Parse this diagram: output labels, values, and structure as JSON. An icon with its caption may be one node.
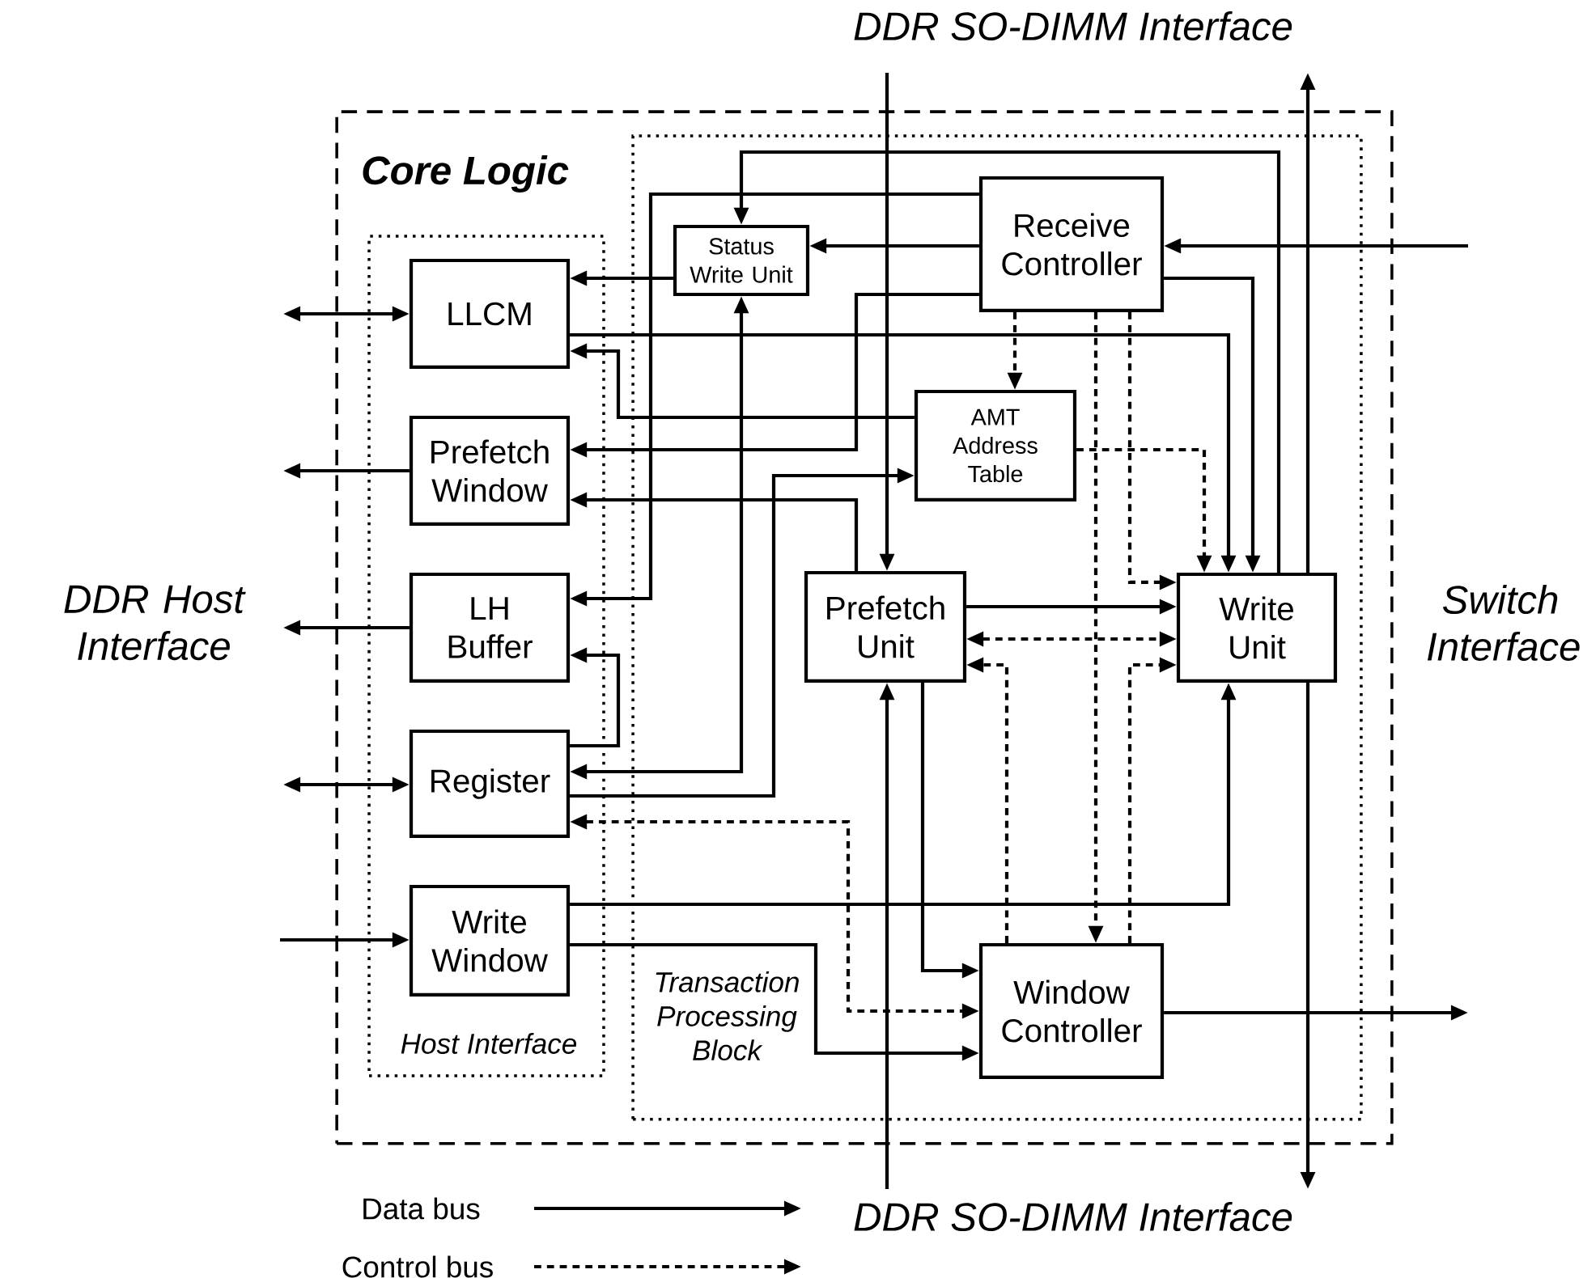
{
  "diagram": {
    "nodes": [
      {
        "text": [
          "Core Logic"
        ]
      },
      {
        "text": [
          "Host Interface"
        ],
        "in": 0
      },
      {
        "text": [
          "Transaction Processing Block"
        ],
        "in": 0
      },
      {
        "text": [
          "LLCM"
        ],
        "in": 1
      },
      {
        "text": [
          "Prefetch Window"
        ],
        "in": 1
      },
      {
        "text": [
          "LH Buffer"
        ],
        "in": 1
      },
      {
        "text": [
          "Register"
        ],
        "in": 1
      },
      {
        "text": [
          "Write Window"
        ],
        "in": 1
      },
      {
        "text": [
          "Status Write Unit"
        ],
        "in": 2
      },
      {
        "text": [
          "Receive Controller"
        ],
        "in": 2
      },
      {
        "text": [
          "AMT Address Table"
        ],
        "in": 2
      },
      {
        "text": [
          "Prefetch Unit"
        ],
        "in": 2
      },
      {
        "text": [
          "Write Unit"
        ],
        "in": 2
      },
      {
        "text": [
          "Window Controller"
        ],
        "in": 2
      }
    ],
    "edges": [
      {
        "from": null,
        "to": 3,
        "arrow": "both"
      },
      {
        "from": 4,
        "to": null,
        "arrow": "to"
      },
      {
        "from": 5,
        "to": null,
        "arrow": "to"
      },
      {
        "from": null,
        "to": 6,
        "arrow": "both"
      },
      {
        "from": null,
        "to": 7,
        "arrow": "to"
      },
      {
        "from": 8,
        "to": 3,
        "arrow": "to"
      },
      {
        "from": 12,
        "to": 8,
        "arrow": "to"
      },
      {
        "from": 9,
        "to": 5,
        "arrow": "to"
      },
      {
        "from": 9,
        "to": 8,
        "arrow": "to"
      },
      {
        "from": 6,
        "to": 8,
        "arrow": "both"
      },
      {
        "from": 3,
        "to": 12,
        "arrow": "to"
      },
      {
        "from": 10,
        "to": 3,
        "arrow": "to"
      },
      {
        "from": 9,
        "to": 4,
        "arrow": "to"
      },
      {
        "from": 6,
        "to": 10,
        "arrow": "to"
      },
      {
        "from": 11,
        "to": 4,
        "arrow": "to"
      },
      {
        "from": null,
        "to": 11,
        "arrow": "to"
      },
      {
        "from": 12,
        "to": null,
        "arrow": "to"
      },
      {
        "from": null,
        "to": 9,
        "arrow": "to"
      },
      {
        "from": 9,
        "to": 12,
        "arrow": "to"
      },
      {
        "from": 9,
        "to": 10,
        "arrow": "to",
        "style": "dashed"
      },
      {
        "from": 9,
        "to": 13,
        "arrow": "to",
        "style": "dashed"
      },
      {
        "from": 9,
        "to": 12,
        "arrow": "to",
        "style": "dashed"
      },
      {
        "from": 10,
        "to": 12,
        "arrow": "to",
        "style": "dashed"
      },
      {
        "from": 11,
        "to": 12,
        "arrow": "to"
      },
      {
        "from": 11,
        "to": 12,
        "arrow": "both",
        "style": "dashed"
      },
      {
        "from": 13,
        "to": 11,
        "arrow": "to",
        "style": "dashed"
      },
      {
        "from": 13,
        "to": 12,
        "arrow": "to",
        "style": "dashed"
      },
      {
        "from": 11,
        "to": 13,
        "arrow": "to"
      },
      {
        "from": null,
        "to": 11,
        "arrow": "to"
      },
      {
        "from": 12,
        "to": null,
        "arrow": "to"
      },
      {
        "from": 7,
        "to": 12,
        "arrow": "to"
      },
      {
        "from": 7,
        "to": 13,
        "arrow": "to"
      },
      {
        "from": 6,
        "to": 13,
        "arrow": "both",
        "style": "dashed"
      },
      {
        "from": 6,
        "to": 5,
        "arrow": "to"
      },
      {
        "from": 13,
        "to": null,
        "arrow": "to"
      }
    ],
    "labels": [
      "DDR SO-DIMM Interface",
      "DDR Host Interface",
      "Switch Interface",
      "DDR SO-DIMM Interface"
    ],
    "legend": [
      {
        "text": "Data bus"
      },
      {
        "text": "Control bus"
      }
    ]
  }
}
